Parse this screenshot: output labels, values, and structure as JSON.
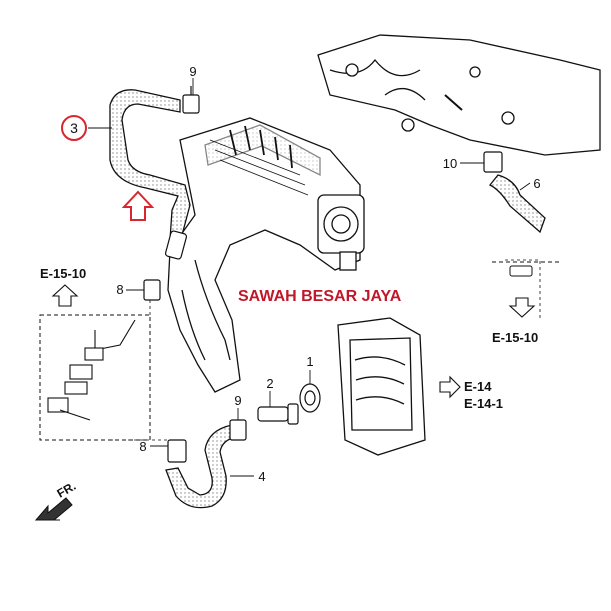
{
  "watermark": "SAWAH BESAR JAYA",
  "part_labels": {
    "p1": "1",
    "p2": "2",
    "p3": "3",
    "p4": "4",
    "p6": "6",
    "p8a": "8",
    "p8b": "8",
    "p9a": "9",
    "p9b": "9",
    "p10": "10"
  },
  "references": {
    "e15_10_left": "E-15-10",
    "e15_10_right": "E-15-10",
    "e14": "E-14",
    "e14_1": "E-14-1"
  },
  "front_marker": "FR.",
  "colors": {
    "highlight": "#d9262e",
    "watermark": "#c0182a",
    "line": "#111111"
  }
}
